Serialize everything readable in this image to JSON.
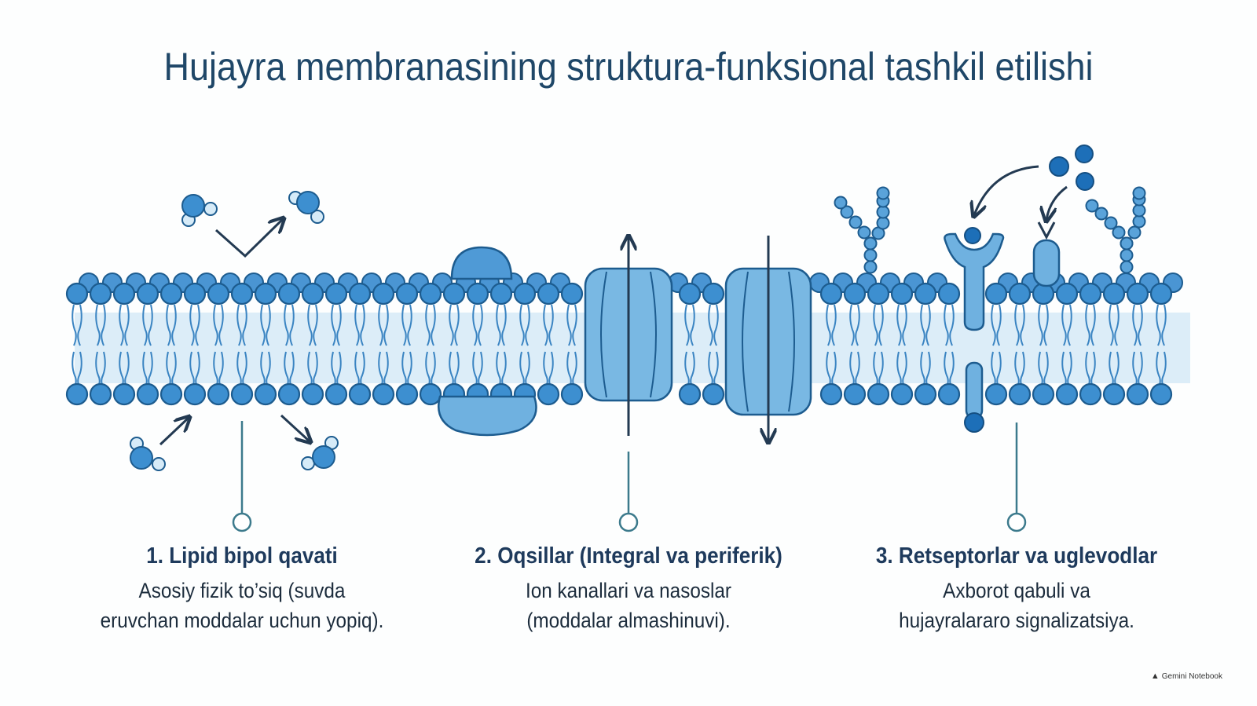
{
  "title": "Hujayra membranasining struktura-funksional tashkil etilishi",
  "captions": [
    {
      "heading": "1. Lipid bipol qavati",
      "line1": "Asosiy fizik to’siq (suvda",
      "line2": "eruvchan moddalar uchun yopiq)."
    },
    {
      "heading": "2. Oqsillar (Integral va periferik)",
      "line1": "Ion kanallari va nasoslar",
      "line2": "(moddalar almashinuvi)."
    },
    {
      "heading": "3. Retseptorlar va uglevodlar",
      "line1": "Axborot qabuli va",
      "line2": "hujayralararo signalizatsiya."
    }
  ],
  "watermark": "Gemini Notebook",
  "colors": {
    "title": "#1f4768",
    "head_fill": "#3d8fd0",
    "head_stroke": "#1d5c8f",
    "protein_fill": "#6fb1e0",
    "band": "#d8ecf8",
    "line": "#2c3e50",
    "pointer": "#3c7a8c"
  }
}
